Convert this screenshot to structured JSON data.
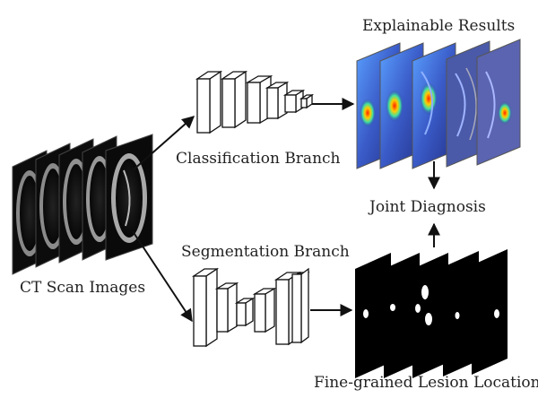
{
  "labels": {
    "ct_scan_images": "CT Scan Images",
    "classification_branch": "Classification Branch",
    "segmentation_branch": "Segmentation Branch",
    "explainable_results": "Explainable Results",
    "joint_diagnosis": "Joint Diagnosis",
    "fine_grained_lesion_locations": "Fine-grained Lesion Locations"
  },
  "colors": {
    "line": "#111111",
    "heatmap_base": "#2b3f9a",
    "heatmap_hot": "#ff3300",
    "mask_background": "#000000",
    "lesion": "#ffffff"
  }
}
